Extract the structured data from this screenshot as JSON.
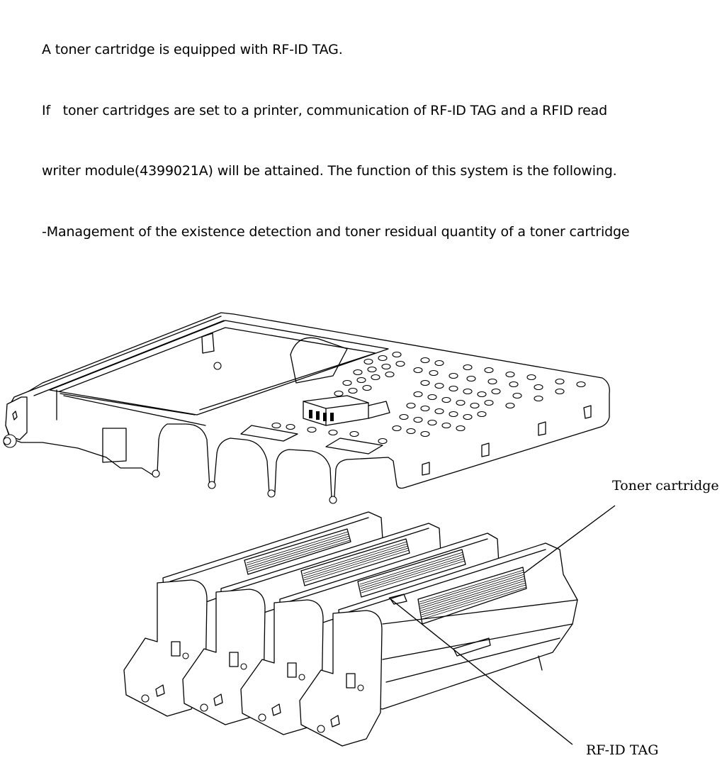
{
  "document": {
    "paragraphs": [
      "A toner cartridge is equipped with RF-ID TAG.",
      "If   toner cartridges are set to a printer, communication of RF-ID TAG and a RFID read",
      "writer module(4399021A) will be attained. The function of this system is the following.",
      "-Management of the existence detection and toner residual quantity of a toner cartridge"
    ]
  },
  "figure": {
    "description": "Exploded line drawing: printer frame above four toner/image drum cartridges",
    "callouts": [
      {
        "id": "toner",
        "label": "Toner cartridge"
      },
      {
        "id": "rfid",
        "label": "RF-ID TAG"
      }
    ],
    "component_labels": {
      "frame": "printer frame",
      "cartridges": "toner cartridges",
      "module": "RFID read writer module(4399021A)"
    },
    "cartridge_count": 4
  }
}
